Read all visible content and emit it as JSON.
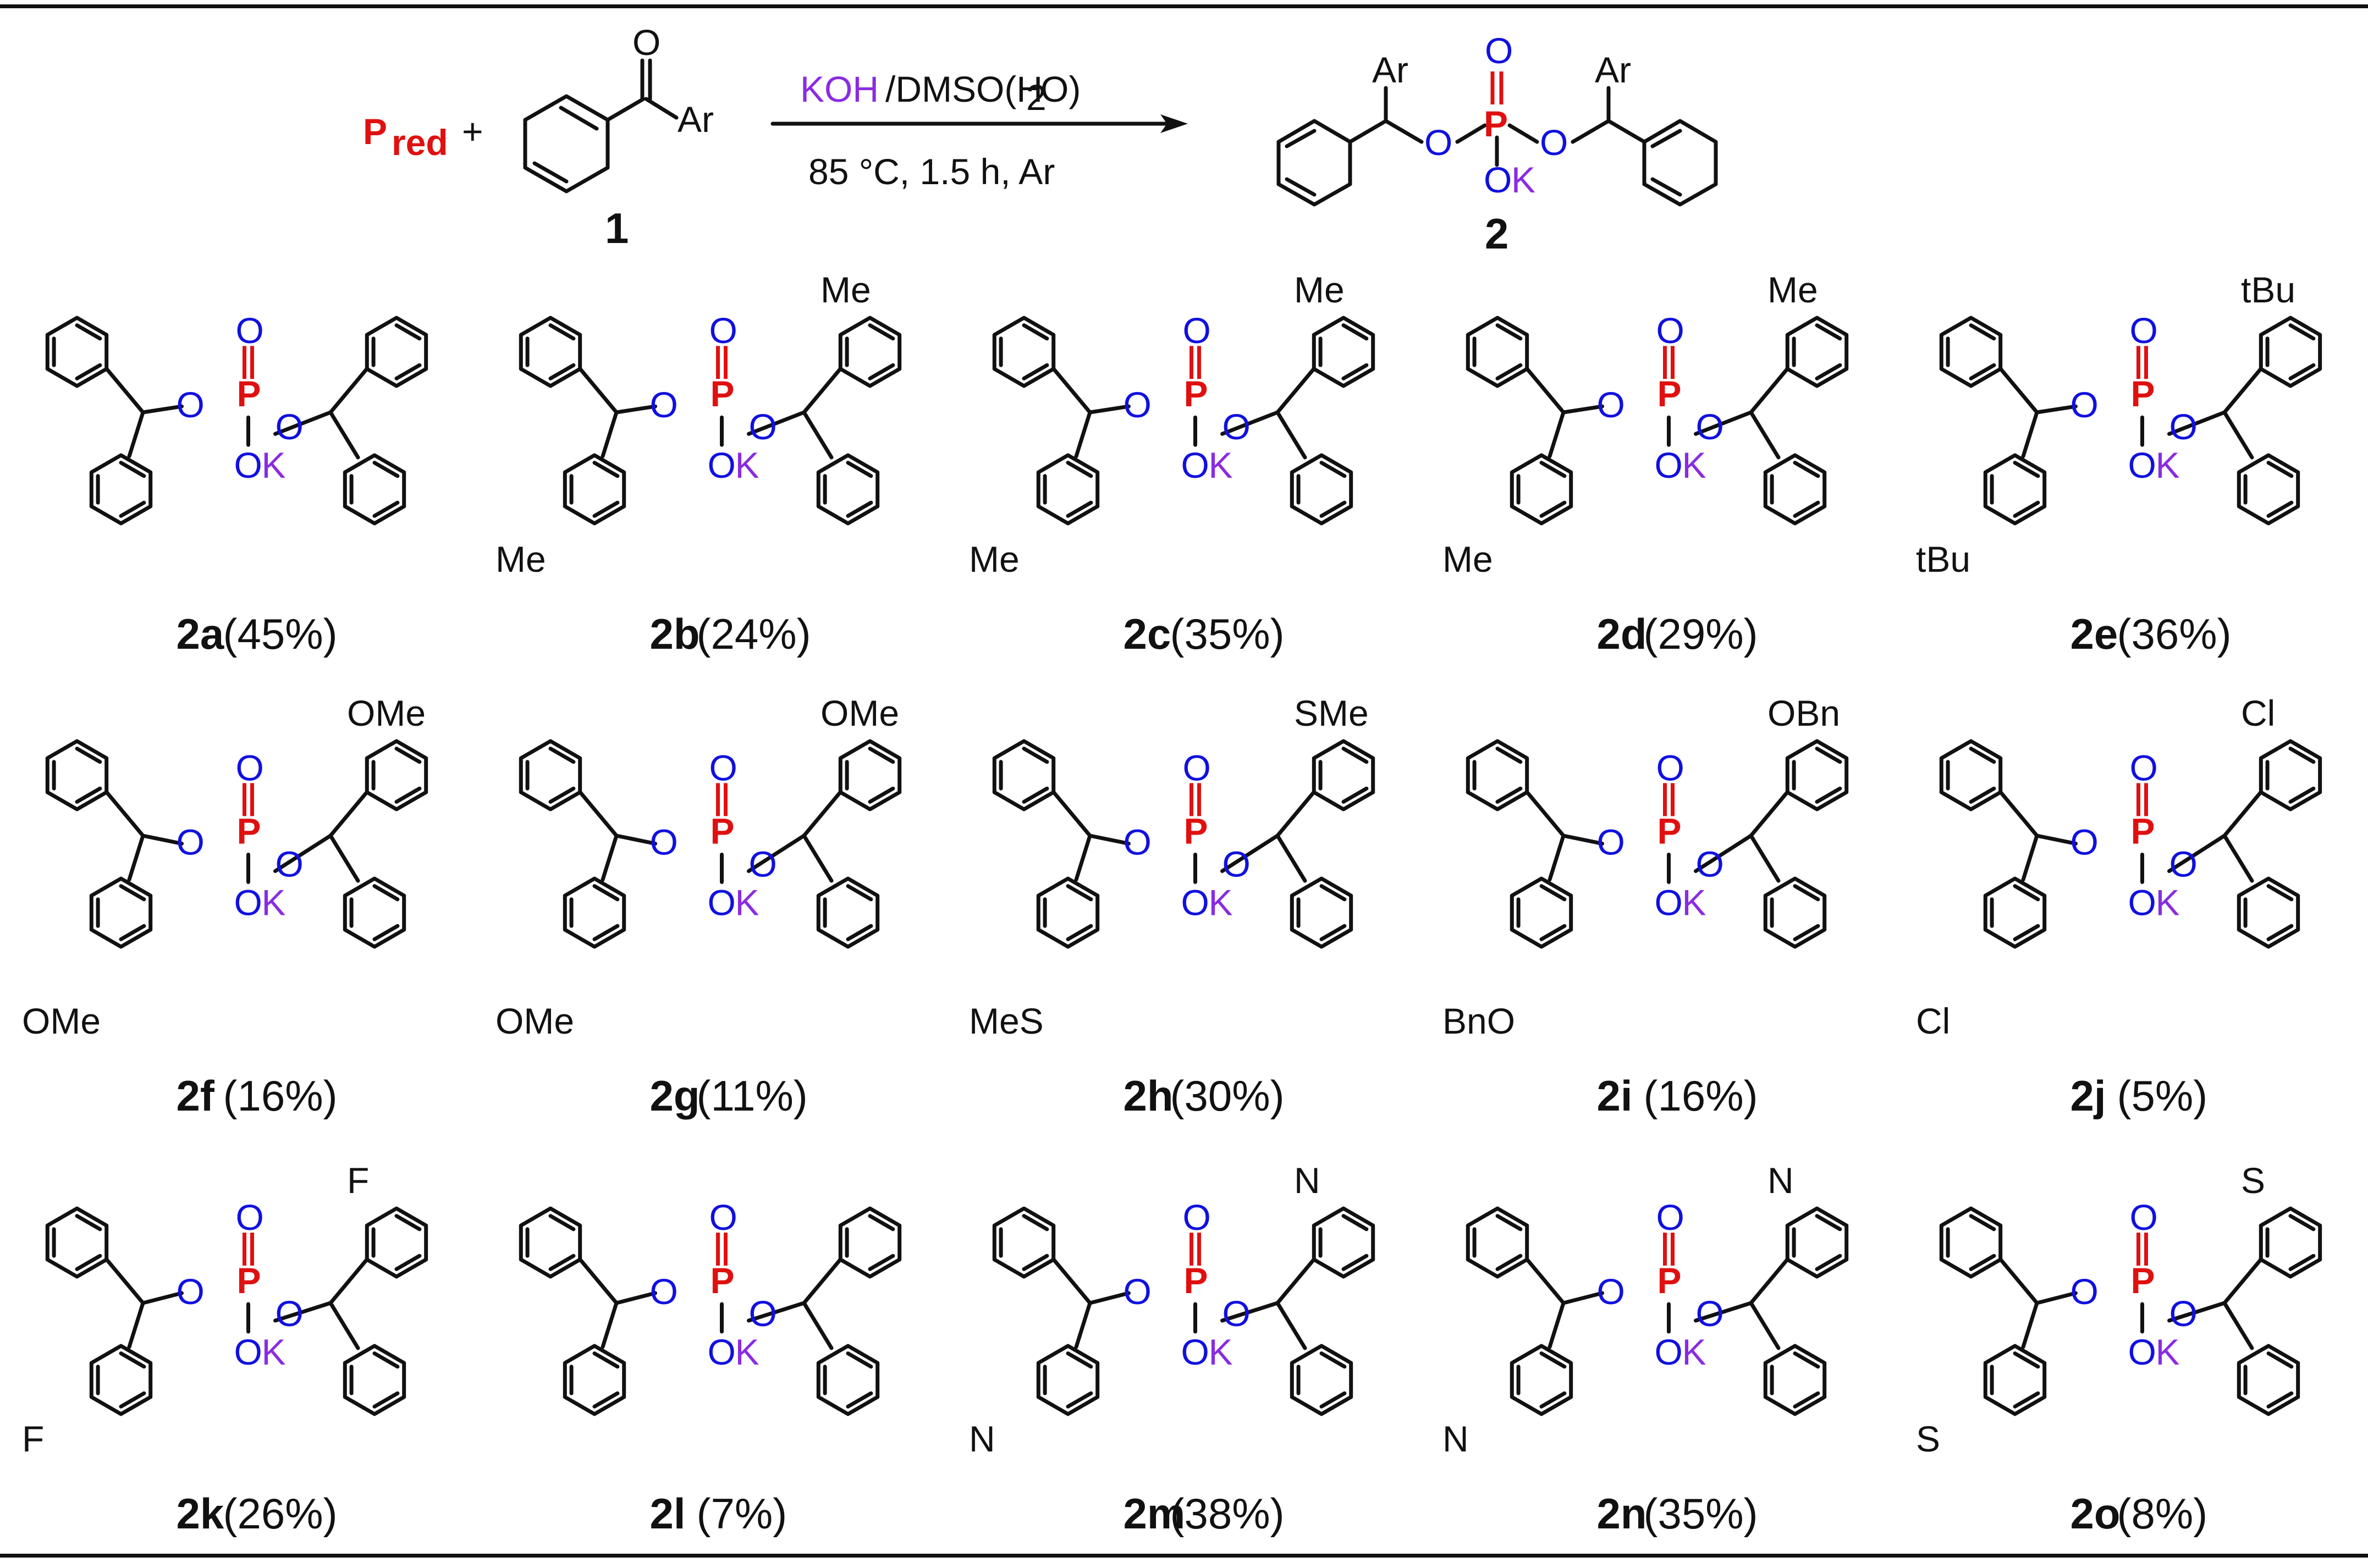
{
  "reaction": {
    "reagent_p": "P",
    "reagent_p_sub": "red",
    "plus": "+",
    "ketone_o": "O",
    "ketone_ar": "Ar",
    "ketone_label": "1",
    "conditions_top_koh": "KOH",
    "conditions_top_rest": "/DMSO(H",
    "conditions_top_sub": "2",
    "conditions_top_end": "O)",
    "conditions_bottom": "85 °C, 1.5 h, Ar",
    "product_ar_left": "Ar",
    "product_ar_right": "Ar",
    "product_o_top": "O",
    "product_p": "P",
    "product_o_left": "O",
    "product_o_right": "O",
    "product_ok_o": "O",
    "product_ok_k": "K",
    "product_label": "2"
  },
  "compounds": [
    {
      "id": "2a",
      "yield": "(45%)",
      "subs": []
    },
    {
      "id": "2b",
      "yield": "(24%)",
      "subs": [
        "Me",
        "Me"
      ]
    },
    {
      "id": "2c",
      "yield": "(35%)",
      "subs": [
        "Me",
        "Me"
      ]
    },
    {
      "id": "2d",
      "yield": "(29%)",
      "subs": [
        "Me",
        "Me"
      ]
    },
    {
      "id": "2e",
      "yield": "(36%)",
      "subs": [
        "tBu",
        "tBu"
      ]
    },
    {
      "id": "2f",
      "yield": "(16%)",
      "subs": [
        "OMe",
        "OMe"
      ]
    },
    {
      "id": "2g",
      "yield": "(11%)",
      "subs": [
        "OMe",
        "OMe"
      ]
    },
    {
      "id": "2h",
      "yield": "(30%)",
      "subs": [
        "MeS",
        "SMe"
      ]
    },
    {
      "id": "2i",
      "yield": "(16%)",
      "subs": [
        "BnO",
        "OBn"
      ]
    },
    {
      "id": "2j",
      "yield": "(5%)",
      "subs": [
        "Cl",
        "Cl"
      ]
    },
    {
      "id": "2k",
      "yield": "(26%)",
      "subs": [
        "F",
        "F"
      ]
    },
    {
      "id": "2l",
      "yield": "(7%)",
      "subs": []
    },
    {
      "id": "2m",
      "yield": "(38%)",
      "subs": [
        "N",
        "N"
      ]
    },
    {
      "id": "2n",
      "yield": "(35%)",
      "subs": [
        "N",
        "N"
      ]
    },
    {
      "id": "2o",
      "yield": "(8%)",
      "subs": [
        "S",
        "S"
      ]
    }
  ],
  "atoms": {
    "o": "O",
    "p": "P",
    "ok_o": "O",
    "ok_k": "K",
    "ko_k": "K",
    "ko_o": "O"
  },
  "colors": {
    "oxygen": "#1010e0",
    "phosphorus": "#e01010",
    "potassium": "#8a2be2",
    "bond": "#111111"
  }
}
